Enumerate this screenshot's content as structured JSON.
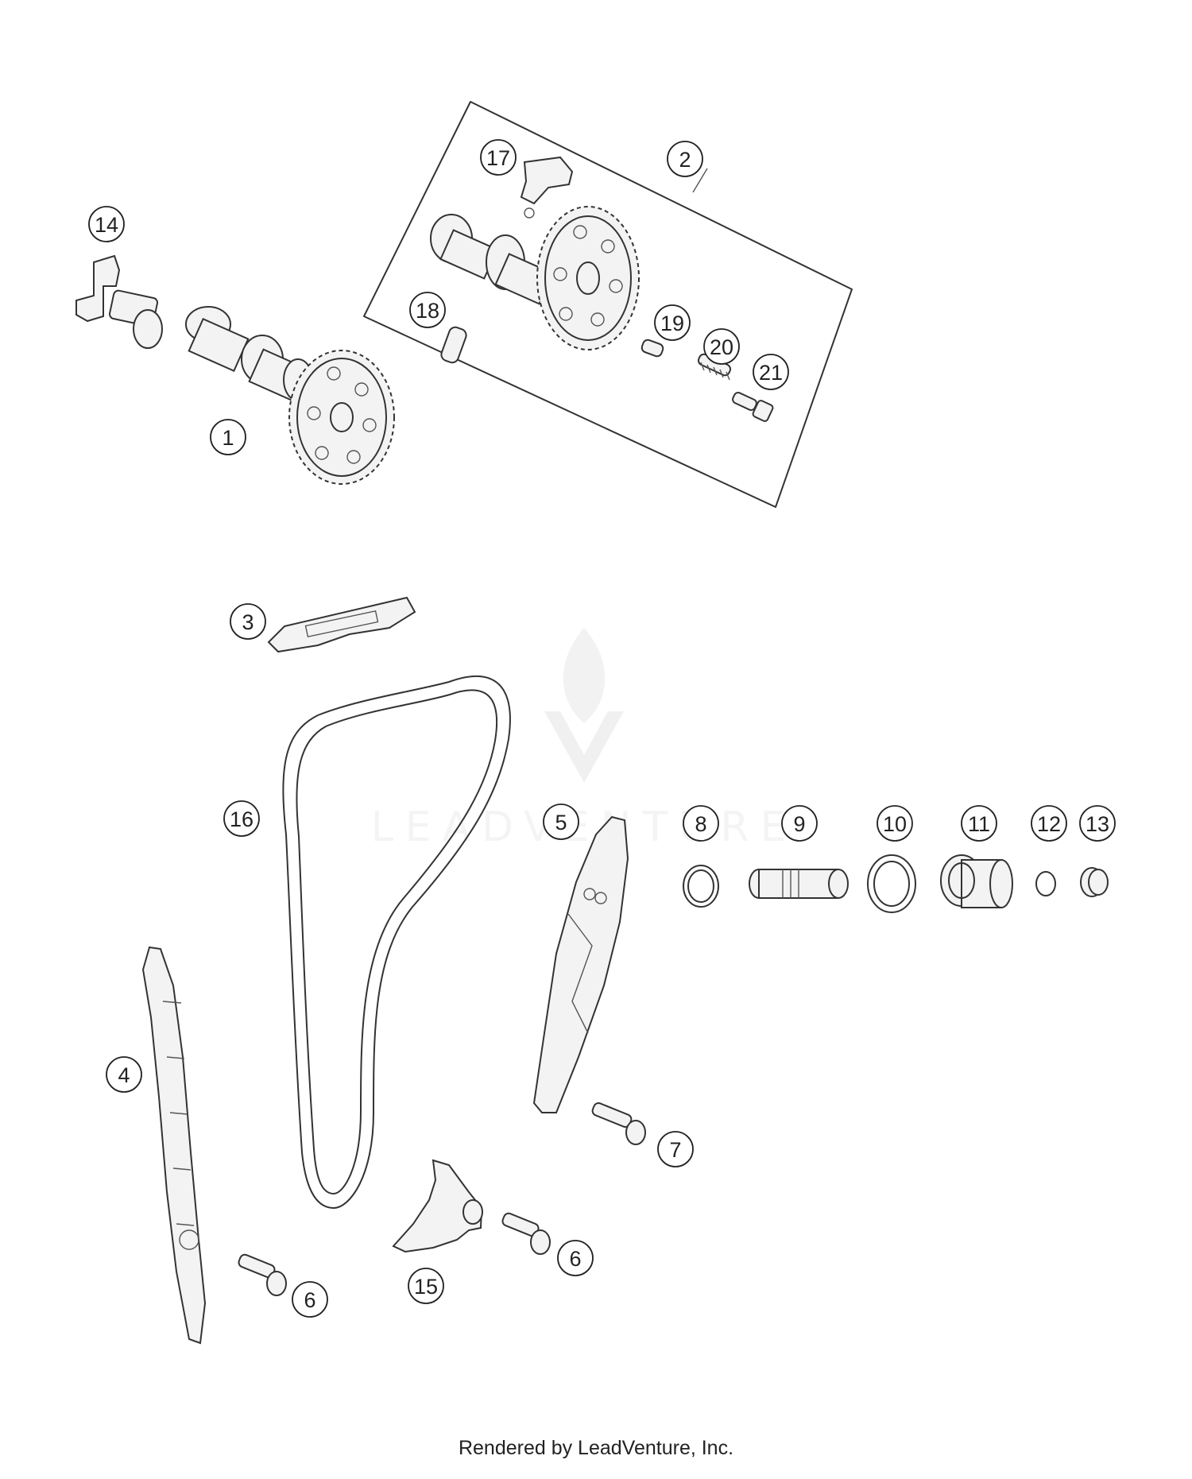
{
  "callouts": [
    {
      "id": "c1",
      "label": "1"
    },
    {
      "id": "c2",
      "label": "2"
    },
    {
      "id": "c3",
      "label": "3"
    },
    {
      "id": "c4",
      "label": "4"
    },
    {
      "id": "c5",
      "label": "5"
    },
    {
      "id": "c6a",
      "label": "6"
    },
    {
      "id": "c6b",
      "label": "6"
    },
    {
      "id": "c7",
      "label": "7"
    },
    {
      "id": "c8",
      "label": "8"
    },
    {
      "id": "c9",
      "label": "9"
    },
    {
      "id": "c10",
      "label": "10"
    },
    {
      "id": "c11",
      "label": "11"
    },
    {
      "id": "c12",
      "label": "12"
    },
    {
      "id": "c13",
      "label": "13"
    },
    {
      "id": "c14",
      "label": "14"
    },
    {
      "id": "c15",
      "label": "15"
    },
    {
      "id": "c16",
      "label": "16"
    },
    {
      "id": "c17",
      "label": "17"
    },
    {
      "id": "c18",
      "label": "18"
    },
    {
      "id": "c19",
      "label": "19"
    },
    {
      "id": "c20",
      "label": "20"
    },
    {
      "id": "c21",
      "label": "21"
    }
  ],
  "watermark": "LEADVENTURE",
  "footer": "Rendered by LeadVenture, Inc."
}
